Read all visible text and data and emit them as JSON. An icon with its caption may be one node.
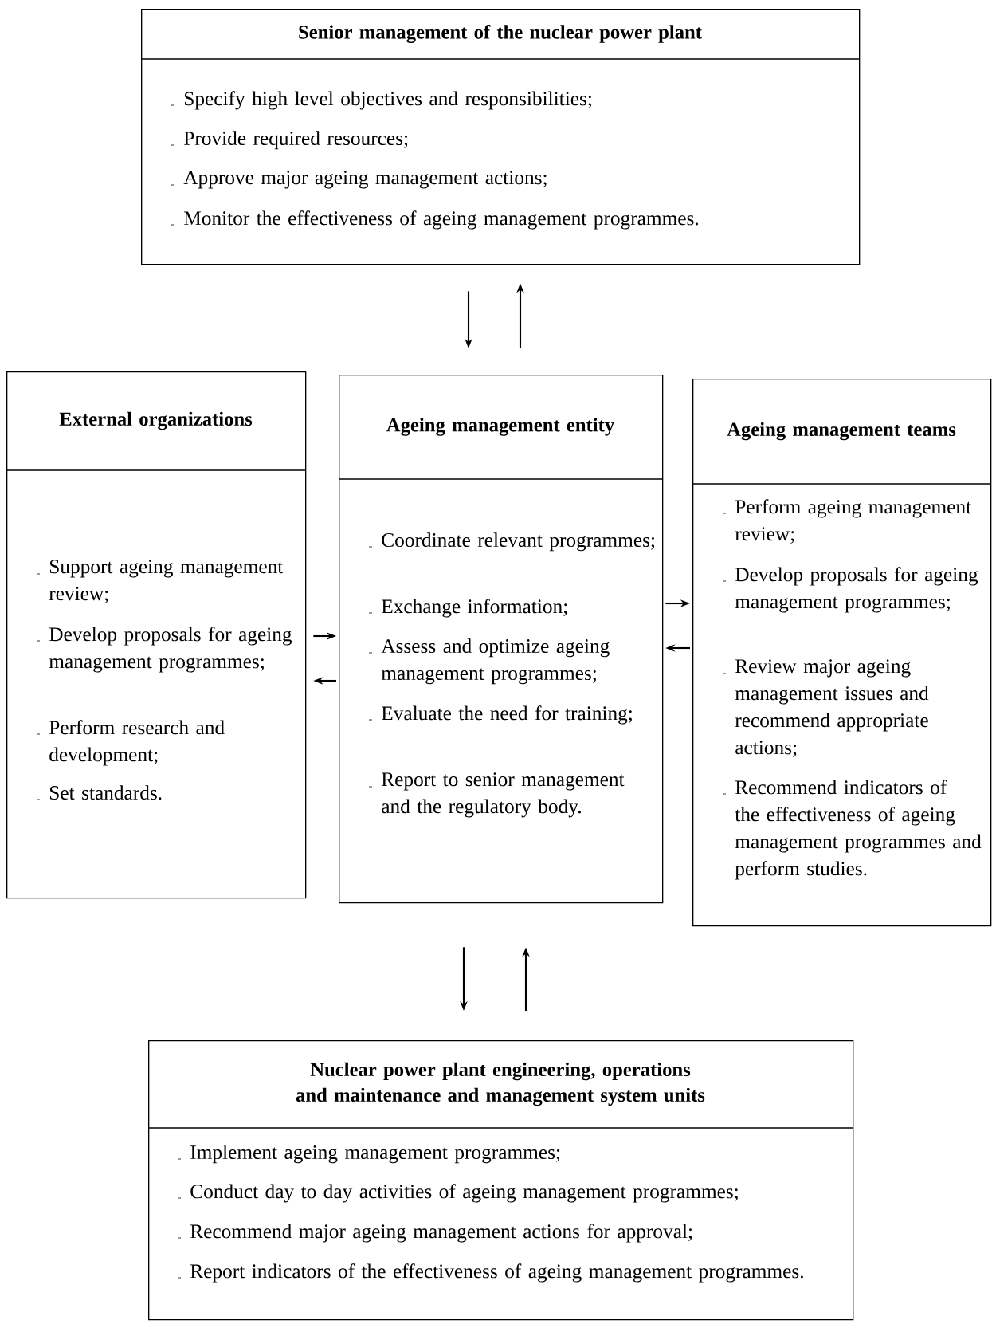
{
  "diagram": {
    "nodes": [
      {
        "text": [
          "Senior management of the nuclear power plant",
          "Specify high level objectives and responsibilities;",
          "Provide required resources;",
          "Approve major ageing management actions;",
          "Monitor the effectiveness of ageing management programmes."
        ]
      },
      {
        "text": [
          "External organizations",
          "Support ageing management review;",
          "Develop proposals for ageing management programmes;",
          "Perform research and development;",
          "Set standards."
        ]
      },
      {
        "text": [
          "Ageing management entity",
          "Coordinate relevant programmes;",
          "Exchange information;",
          "Assess and optimize ageing management programmes;",
          "Evaluate the need for training;",
          "Report to senior management and the regulatory body."
        ]
      },
      {
        "text": [
          "Ageing management teams",
          "Perform ageing management review;",
          "Develop proposals for ageing management programmes;",
          "Review major ageing management  issues and recommend appropriate actions;",
          "Recommend indicators of the effectiveness of ageing management programmes and perform studies."
        ]
      },
      {
        "text": [
          "Nuclear power plant engineering, operations and maintenance and management system units",
          "Implement ageing management programmes;",
          "Conduct day to day activities of ageing management programmes;",
          "Recommend major ageing management actions for approval;",
          "Report indicators of the effectiveness of ageing management programmes."
        ]
      }
    ],
    "edges": [
      {
        "from": 0,
        "to": 2,
        "arrow": "to"
      },
      {
        "from": 2,
        "to": 0,
        "arrow": "to"
      },
      {
        "from": 1,
        "to": 2,
        "arrow": "to"
      },
      {
        "from": 2,
        "to": 1,
        "arrow": "to"
      },
      {
        "from": 2,
        "to": 3,
        "arrow": "to"
      },
      {
        "from": 3,
        "to": 2,
        "arrow": "to"
      },
      {
        "from": 2,
        "to": 4,
        "arrow": "to"
      },
      {
        "from": 4,
        "to": 2,
        "arrow": "to"
      }
    ]
  }
}
